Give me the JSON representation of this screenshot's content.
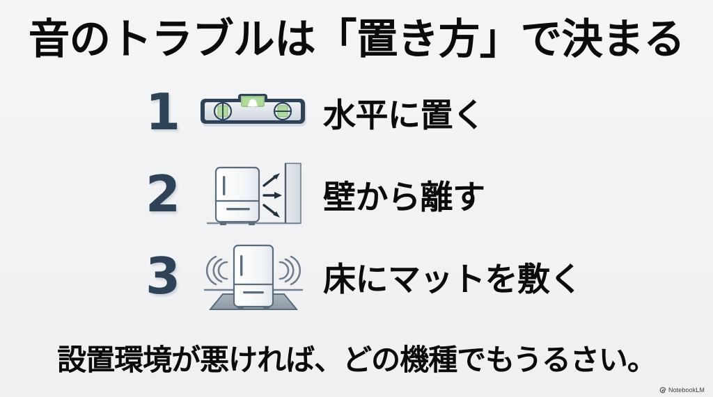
{
  "slide": {
    "title": "音のトラブルは「置き方」で決まる",
    "footer": "設置環境が悪ければ、どの機種でもうるさい。",
    "background_color": "#f2f3f5",
    "title_color": "#0b0b0d",
    "number_color": "#2e4358"
  },
  "steps": [
    {
      "number": "1",
      "icon": "spirit-level-icon",
      "label": "水平に置く"
    },
    {
      "number": "2",
      "icon": "refrigerator-away-from-wall-icon",
      "label": "壁から離す"
    },
    {
      "number": "3",
      "icon": "refrigerator-on-mat-icon",
      "label": "床にマットを敷く"
    }
  ],
  "icon_colors": {
    "level_frame": "#2e4358",
    "level_body": "#dfe3e8",
    "vial_green": "#aedb9a",
    "vial_green_dark": "#8cc47a",
    "fridge_outline": "#5a6b7c",
    "fridge_body": "#f4f6f8",
    "wall": "#d6dbe1",
    "mat": "#9aa5b1"
  },
  "watermark": {
    "label": "NotebookLM",
    "icon": "notebooklm-spiral-icon"
  }
}
